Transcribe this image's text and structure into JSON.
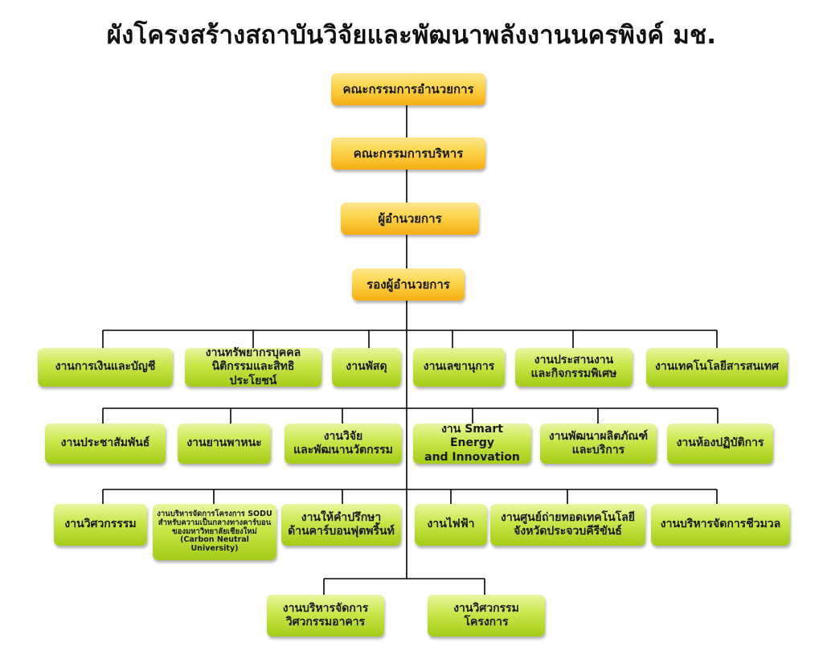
{
  "title": "ผังโครงสร้างสถาบันวิจัยและพัฒนาพลังงานนครพิงค์ มช.",
  "colors": {
    "executive_box": "#fcd54a",
    "unit_box": "#c9e74a",
    "connector": "#000000"
  },
  "executive": {
    "board": "คณะกรรมการอำนวยการ",
    "management": "คณะกรรมการบริหาร",
    "director": "ผู้อำนวยการ",
    "deputy": "รองผู้อำนวยการ"
  },
  "units": {
    "row1": [
      "งานการเงินและบัญชี",
      "งานทรัพยากรบุคคล\nนิติกรรมและสิทธิประโยชน์",
      "งานพัสดุ",
      "งานเลขานุการ",
      "งานประสานงาน\nและกิจกรรมพิเศษ",
      "งานเทคโนโลยีสารสนเทศ"
    ],
    "row2": [
      "งานประชาสัมพันธ์",
      "งานยานพาหนะ",
      "งานวิจัย\nและพัฒนานวัตกรรม",
      "งาน Smart Energy\nand Innovation",
      "งานพัฒนาผลิตภัณฑ์\nและบริการ",
      "งานห้องปฏิบัติการ"
    ],
    "row3": [
      "งานวิศวกรรรม",
      "งานบริหารจัดการโครงการ SODU\nสำหรับความเป็นกลางทางคาร์บอน\nของมหาวิทยาลัยเชียงใหม่\n(Carbon Neutral University)",
      "งานให้คำปรึกษา\nด้านคาร์บอนฟุตพริ้นท์",
      "งานไฟฟ้า",
      "งานศูนย์ถ่ายทอดเทคโนโลยี\nจังหวัดประจวบคีรีขันธ์",
      "งานบริหารจัดการชีวมวล"
    ],
    "row4": [
      "งานบริหารจัดการ\nวิศวกรรมอาคาร",
      "งานวิศวกรรมโครงการ"
    ]
  }
}
